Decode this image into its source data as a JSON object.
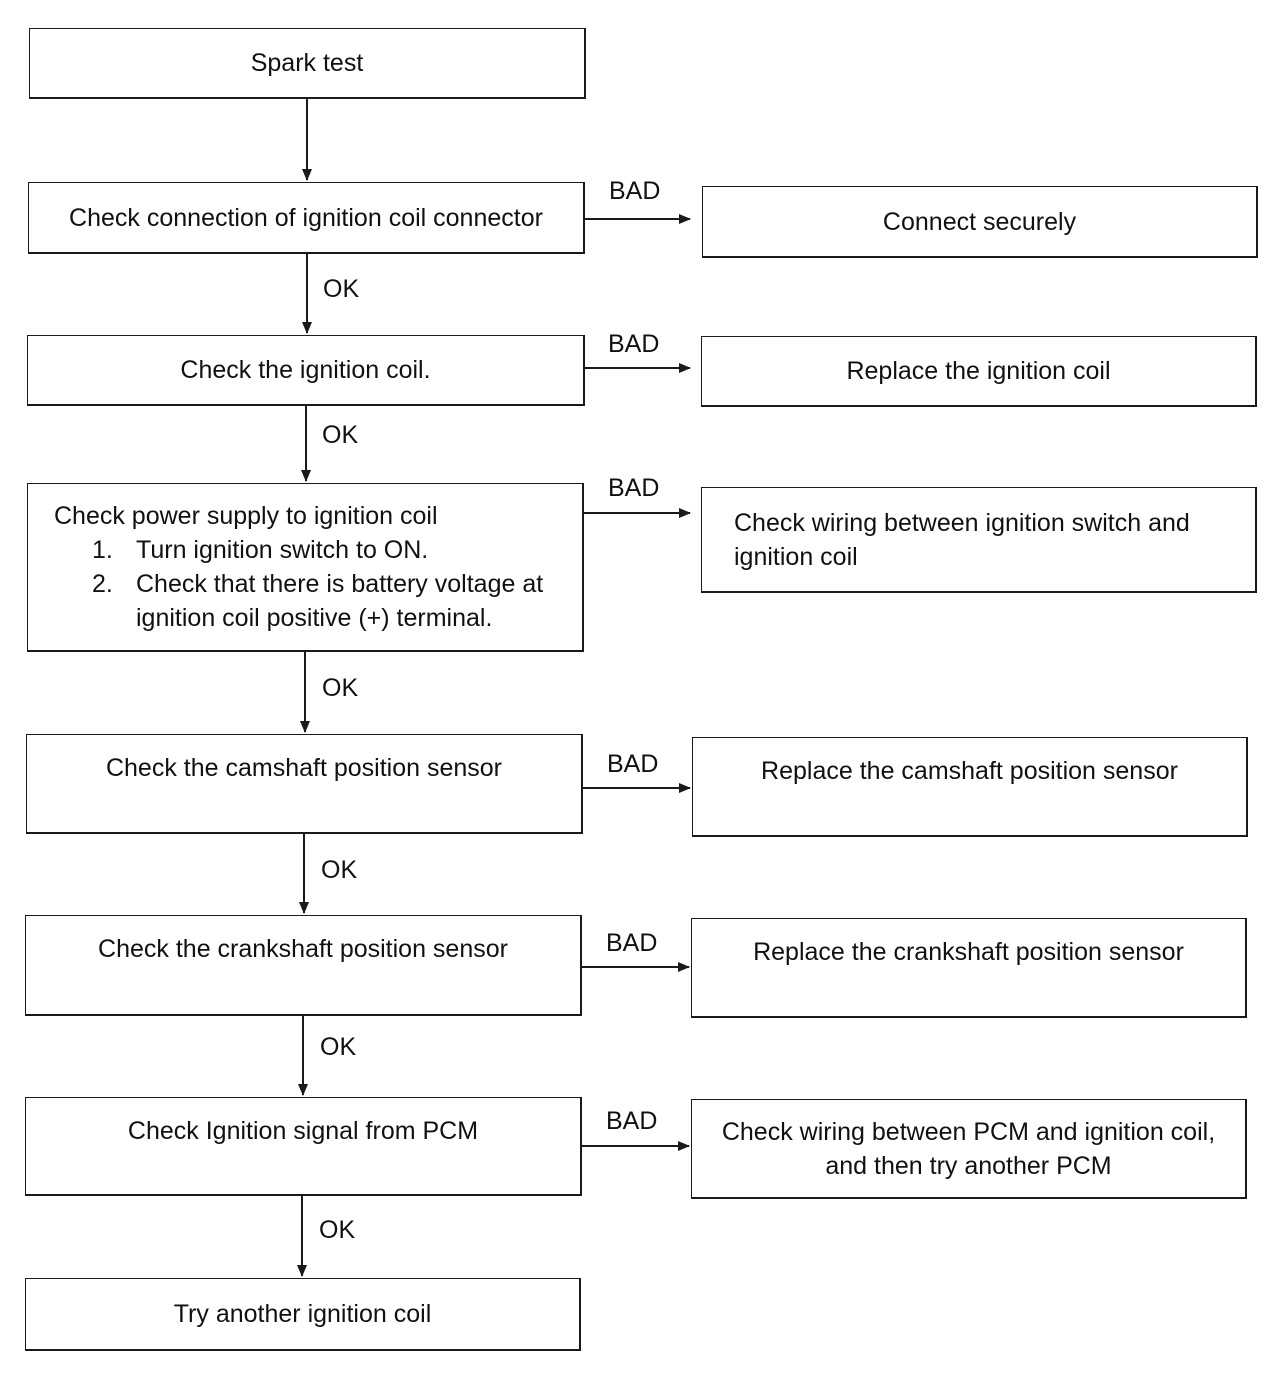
{
  "flowchart": {
    "start": "Spark test",
    "steps": [
      {
        "text": "Check connection of ignition coil connector",
        "on_bad": "Connect securely"
      },
      {
        "text": "Check the ignition coil.",
        "on_bad": "Replace the ignition coil"
      },
      {
        "text": "Check power supply to ignition coil",
        "substeps": [
          {
            "num": "1.",
            "text": "Turn ignition switch to ON."
          },
          {
            "num": "2.",
            "text": "Check that there is battery voltage at ignition coil positive (+) terminal."
          }
        ],
        "on_bad": "Check wiring between ignition switch and ignition coil"
      },
      {
        "text": "Check the camshaft position sensor",
        "on_bad": "Replace the camshaft position sensor"
      },
      {
        "text": "Check the crankshaft position sensor",
        "on_bad": "Replace the crankshaft position sensor"
      },
      {
        "text": "Check Ignition signal from PCM",
        "on_bad": "Check wiring between PCM and ignition coil, and then try another PCM"
      }
    ],
    "end": "Try another ignition coil",
    "labels": {
      "ok": "OK",
      "bad": "BAD"
    }
  }
}
